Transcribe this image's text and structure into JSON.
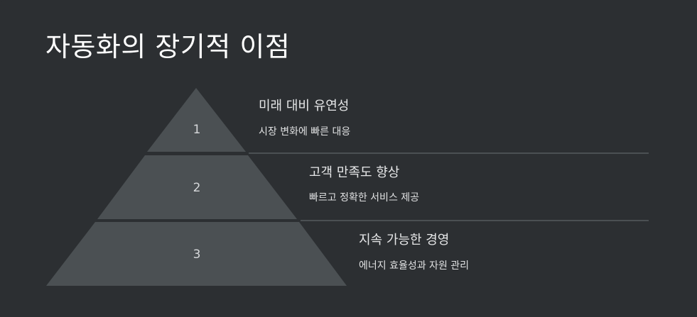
{
  "title": "자동화의 장기적 이점",
  "levels": [
    {
      "number": "1",
      "heading": "미래 대비 유연성",
      "description": "시장 변화에 빠른 대응"
    },
    {
      "number": "2",
      "heading": "고객 만족도 향상",
      "description": "빠르고 정확한 서비스 제공"
    },
    {
      "number": "3",
      "heading": "지속 가능한 경영",
      "description": "에너지 효율성과 자원 관리"
    }
  ],
  "colors": {
    "background": "#2c2f32",
    "tier_fill": "#4b5053",
    "divider": "#4b5053",
    "text": "#e6e7e8"
  }
}
